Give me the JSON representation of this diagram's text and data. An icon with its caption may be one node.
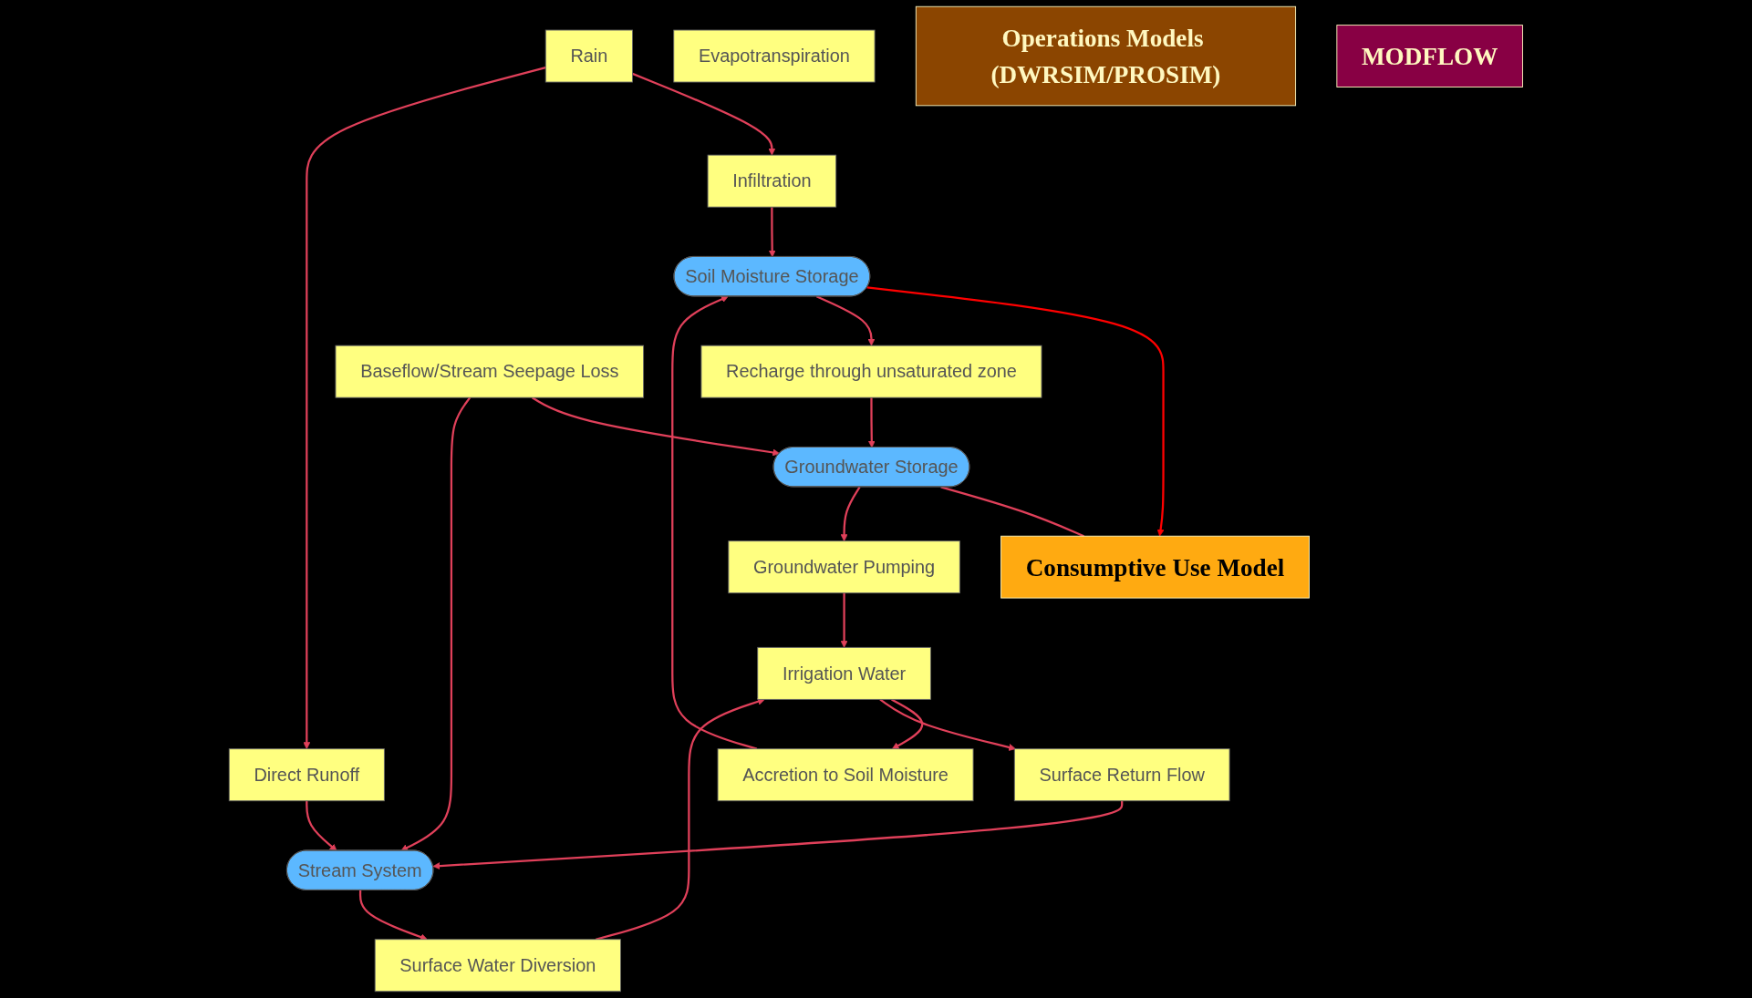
{
  "diagram": {
    "nodes": [
      {
        "text": [
          "Evapotranspiration"
        ]
      },
      {
        "text": [
          "Rain"
        ]
      },
      {
        "text": [
          "Consumptive Use Model"
        ]
      },
      {
        "text": [
          "Infiltration"
        ]
      },
      {
        "text": [
          "Accretion to Soil Moisture"
        ]
      },
      {
        "text": [
          "Surface Return Flow"
        ]
      },
      {
        "text": [
          "Direct Runoff"
        ]
      },
      {
        "text": [
          "Soil Moisture Storage"
        ]
      },
      {
        "text": [
          "Irrigation Water"
        ]
      },
      {
        "text": [
          "Operations Models (DWRSIM/PROSIM)"
        ]
      },
      {
        "text": [
          "Recharge through unsaturated zone"
        ]
      },
      {
        "text": [
          "Groundwater Pumping"
        ]
      },
      {
        "text": [
          "Surface Water Diversion"
        ]
      },
      {
        "text": [
          "MODFLOW"
        ]
      },
      {
        "text": [
          "Groundwater Storage"
        ]
      },
      {
        "text": [
          "Baseflow/Stream Seepage Loss"
        ]
      },
      {
        "text": [
          "Stream System"
        ]
      }
    ],
    "edges": [
      {
        "from": 1,
        "to": 3,
        "arrow": "to"
      },
      {
        "from": 1,
        "to": 6,
        "arrow": "to"
      },
      {
        "from": 3,
        "to": 7,
        "arrow": "to"
      },
      {
        "from": 4,
        "to": 7,
        "arrow": "to"
      },
      {
        "from": 8,
        "to": 4,
        "arrow": "to"
      },
      {
        "from": 8,
        "to": 5,
        "arrow": "to"
      },
      {
        "from": 7,
        "to": 2,
        "arrow": "to",
        "color": "#ff0000"
      },
      {
        "from": 14,
        "to": 2,
        "arrow": "none"
      },
      {
        "from": 7,
        "to": 10,
        "arrow": "to"
      },
      {
        "from": 10,
        "to": 14,
        "arrow": "to"
      },
      {
        "from": 14,
        "to": 11,
        "arrow": "to"
      },
      {
        "from": 11,
        "to": 8,
        "arrow": "to"
      },
      {
        "from": 12,
        "to": 8,
        "arrow": "to"
      },
      {
        "from": 5,
        "to": 16,
        "arrow": "to"
      },
      {
        "from": 6,
        "to": 16,
        "arrow": "to"
      },
      {
        "from": 16,
        "to": 12,
        "arrow": "to"
      },
      {
        "from": 15,
        "to": 14,
        "arrow": "to"
      },
      {
        "from": 15,
        "to": 16,
        "arrow": "to"
      }
    ]
  }
}
